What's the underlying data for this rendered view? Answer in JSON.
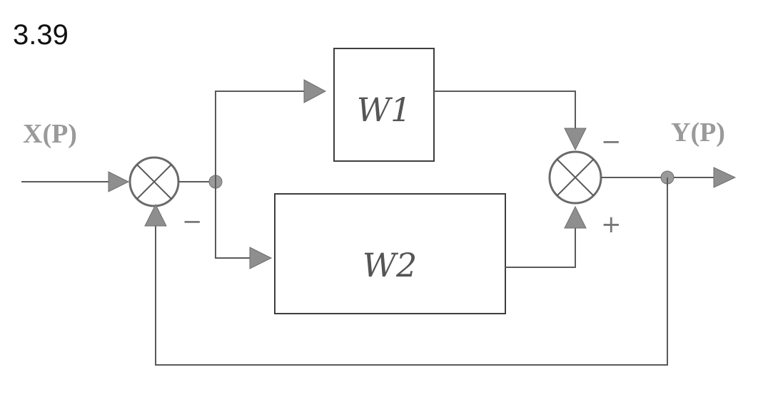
{
  "diagram": {
    "figure_number": "3.39",
    "input_label": "X(P)",
    "output_label": "Y(P)",
    "blocks": {
      "w1": "W1",
      "w2": "W2"
    },
    "signs": {
      "first_sum_feedback": "−",
      "second_sum_top": "−",
      "second_sum_bottom": "+"
    }
  }
}
